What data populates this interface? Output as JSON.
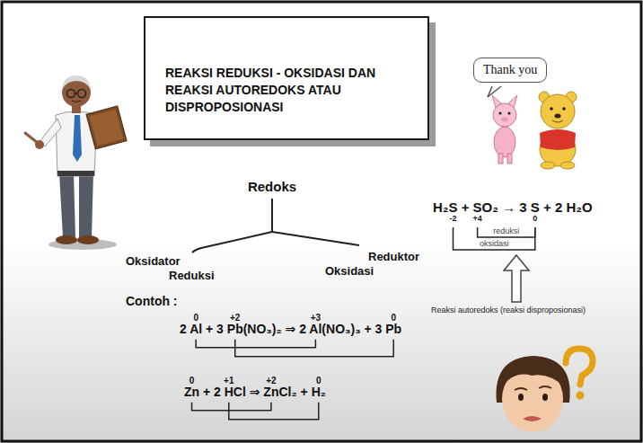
{
  "diagram": {
    "nodes": [
      {
        "text": [
          "REAKSI REDUKSI - OKSIDASI DAN REAKSI AUTOREDOKS ATAU DISPROPOSIONASI"
        ]
      },
      {
        "text": [
          "Thank you"
        ]
      }
    ],
    "labels": [
      "Redoks",
      "Oksidator",
      "Reduksi",
      "Reduktor",
      "Oksidasi",
      "Contoh :",
      "0",
      "+2",
      "+3",
      "0",
      "2 Al + 3 Pb(NO₃)₂ ⇒ 2 Al(NO₃)₃ + 3 Pb",
      "0",
      "+1",
      "+2",
      "0",
      "Zn + 2 HCl ⇒ ZnCl₂ + H₂",
      "H₂S + SO₂ → 3 S + 2 H₂O",
      "-2",
      "+4",
      "0",
      "reduksi",
      "oksidasi",
      "Reaksi autoredoks (reaksi disproposionasi)"
    ]
  }
}
